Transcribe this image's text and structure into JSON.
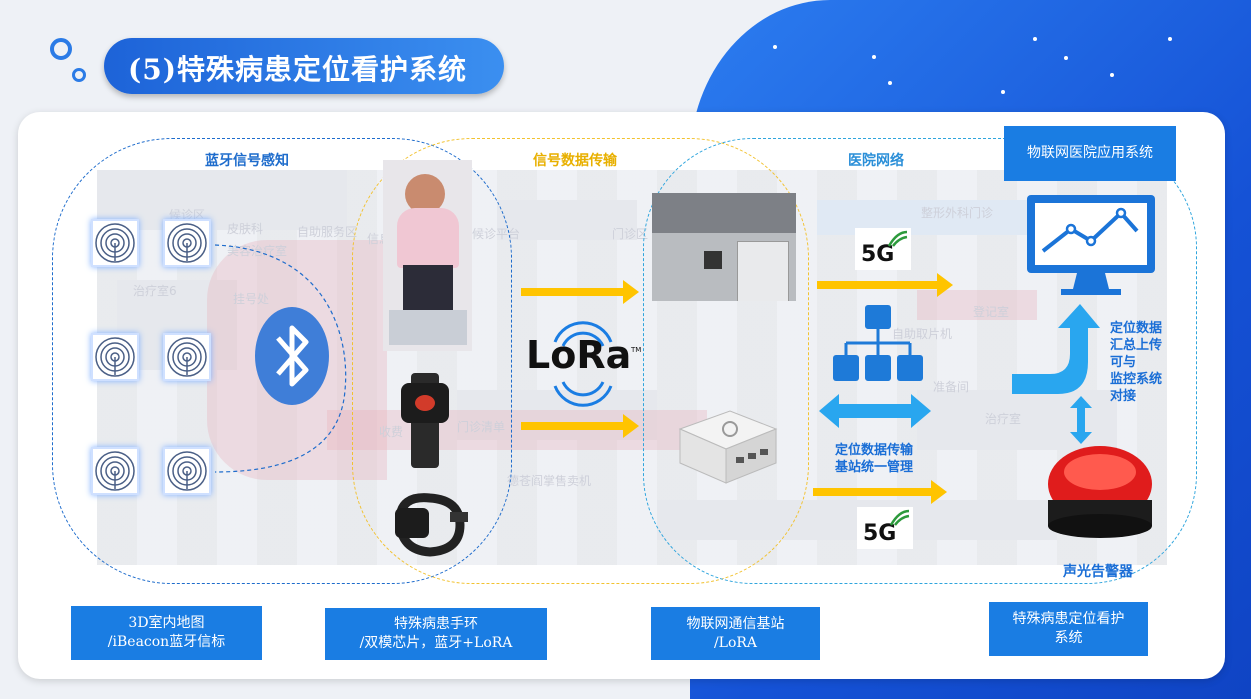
{
  "title": "(5)特殊病患定位看护系统",
  "zones": {
    "bluetooth": "蓝牙信号感知",
    "transmission": "信号数据传输",
    "hospital_network": "医院网络"
  },
  "app_system_label": "物联网医院应用系统",
  "lora_logo": "LoRa",
  "lora_tm": "TM",
  "badge_5g": "5G",
  "annotations": {
    "upload": "定位数据\n汇总上传\n可与\n监控系统\n对接",
    "base_station": "定位数据传输\n基站统一管理",
    "alarm": "声光告警器"
  },
  "map_labels": [
    "候诊区",
    "皮肤科",
    "美容治疗室",
    "治疗室6",
    "挂号处",
    "自助服务区",
    "候诊平台",
    "门诊区",
    "收费",
    "门诊清单",
    "信息台",
    "德苍阎掌售卖机",
    "整形外科门诊",
    "自助取片机",
    "准备间",
    "治疗室",
    "登记室"
  ],
  "bottom_labels": [
    {
      "line1": "3D室内地图",
      "line2": "/iBeacon蓝牙信标"
    },
    {
      "line1": "特殊病患手环",
      "line2": "/双模芯片，蓝牙+LoRA"
    },
    {
      "line1": "物联网通信基站",
      "line2": "/LoRA"
    },
    {
      "line1": "特殊病患定位看护",
      "line2": "系统"
    }
  ]
}
